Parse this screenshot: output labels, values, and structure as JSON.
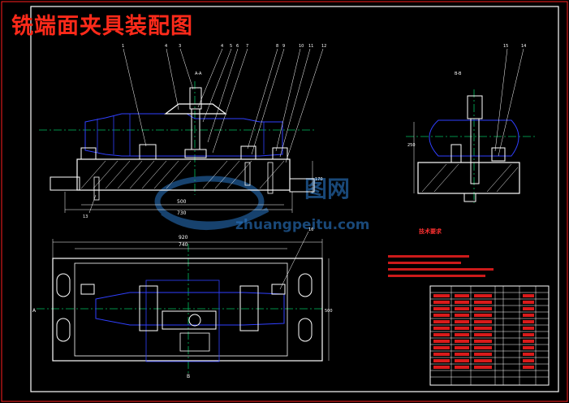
{
  "title": "铣端面夹具装配图",
  "views": {
    "front": {
      "section_label": "A-A",
      "part_numbers": [
        "1",
        "4",
        "3",
        "4",
        "5",
        "6",
        "7",
        "8",
        "9",
        "10",
        "11",
        "12"
      ],
      "dim_500": "500",
      "dim_730": "730",
      "dim_170": "170",
      "part_13": "13"
    },
    "side": {
      "section_label": "B-B",
      "part_numbers": [
        "15",
        "14"
      ],
      "dim_250": "250"
    },
    "plan": {
      "dim_920": "920",
      "dim_740": "740",
      "dim_500": "500",
      "part_16": "16",
      "section_a": "A",
      "section_b": "B"
    }
  },
  "technical_requirements": {
    "heading": "技术要求"
  },
  "watermark": {
    "cn": "图网",
    "en": "zhuangpeitu.com"
  },
  "colors": {
    "background": "#000000",
    "outline": "#ffffff",
    "hidden": "#3040ff",
    "centerline": "#00c060",
    "dimension": "#ff2020",
    "title": "#ff2a1a",
    "watermark": "#2a78c8"
  }
}
